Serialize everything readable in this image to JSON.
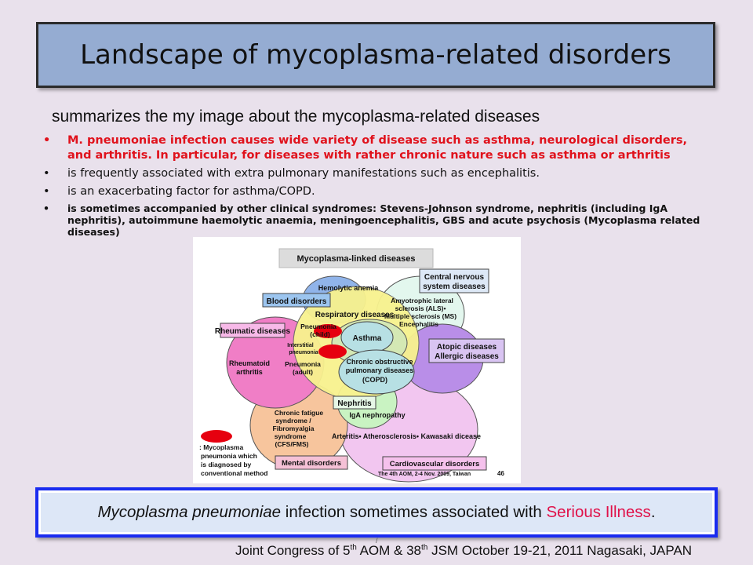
{
  "title": "Landscape of mycoplasma-related disorders",
  "subtitle": "summarizes the my image about the mycoplasma-related diseases",
  "bullet_char": "•",
  "bullets": [
    "M. pneumoniae infection causes wide variety of disease such as asthma, neurological disorders, and arthritis. In particular, for diseases with rather chronic nature such as asthma or arthritis",
    "is frequently associated with extra pulmonary manifestations such as encephalitis.",
    "is an exacerbating factor for asthma/COPD.",
    "is sometimes accompanied by other clinical syndromes: Stevens-Johnson syndrome, nephritis (including IgA nephritis), autoimmune haemolytic anaemia, meningoencephalitis, GBS and acute psychosis  (Mycoplasma related diseases)"
  ],
  "figure": {
    "heading": "Mycoplasma-linked diseases",
    "labels": {
      "hemolytic_anemia": "Hemolytic anemia",
      "blood_disorders": "Blood disorders",
      "cns": [
        "Central nervous",
        "system diseases"
      ],
      "als": [
        "Amyotrophic lateral",
        "sclerosis (ALS)•",
        "Multiple sclerosis (MS)",
        "Encephalitis"
      ],
      "respiratory": "Respiratory diseases",
      "rheumatic": "Rheumatic diseases",
      "pneumonia_child": [
        "Pneumonia",
        "(child)"
      ],
      "interstitial": [
        "Interstitial",
        "pneumonia"
      ],
      "asthma": "Asthma",
      "atopic": [
        "Atopic diseases",
        "Allergic diseases"
      ],
      "rheumatoid": [
        "Rheumatoid",
        "arthritis"
      ],
      "pneumonia_adult": [
        "Pneumonia",
        "(adult)"
      ],
      "copd": [
        "Chronic obstructive",
        "pulmonary diseases",
        "(COPD)"
      ],
      "nephritis": "Nephritis",
      "iga": "IgA nephropathy",
      "cfs": [
        "Chronic fatigue",
        "syndrome /",
        "Fibromyalgia",
        "syndrome",
        "(CFS/FMS)"
      ],
      "arteritis": "Arteritis• Atherosclerosis• Kawasaki dicease",
      "mental": "Mental disorders",
      "cardio": "Cardiovascular disorders",
      "legend": [
        ": Mycoplasma",
        "pneumonia which",
        "is diagnosed by",
        "conventional method"
      ],
      "conference": "The 4th AOM, 2-4 Nov. 2009, Taiwan",
      "page": "46"
    }
  },
  "banner": {
    "italic": "Mycoplasma pneumoniae",
    "middle": " infection sometimes associated with ",
    "highlight": "Serious Illness",
    "end": "."
  },
  "footer": {
    "p1": "Joint Congress of 5",
    "s1": "th",
    "p2": " AOM & 38",
    "s2": "th",
    "p3": " JSM October 19-21, 2011 Nagasaki, JAPAN"
  },
  "colors": {
    "title_bg": "#95acd2",
    "bullet_red": "#e0121c",
    "banner_border": "#1a2cf0",
    "highlight": "#e0124a"
  }
}
